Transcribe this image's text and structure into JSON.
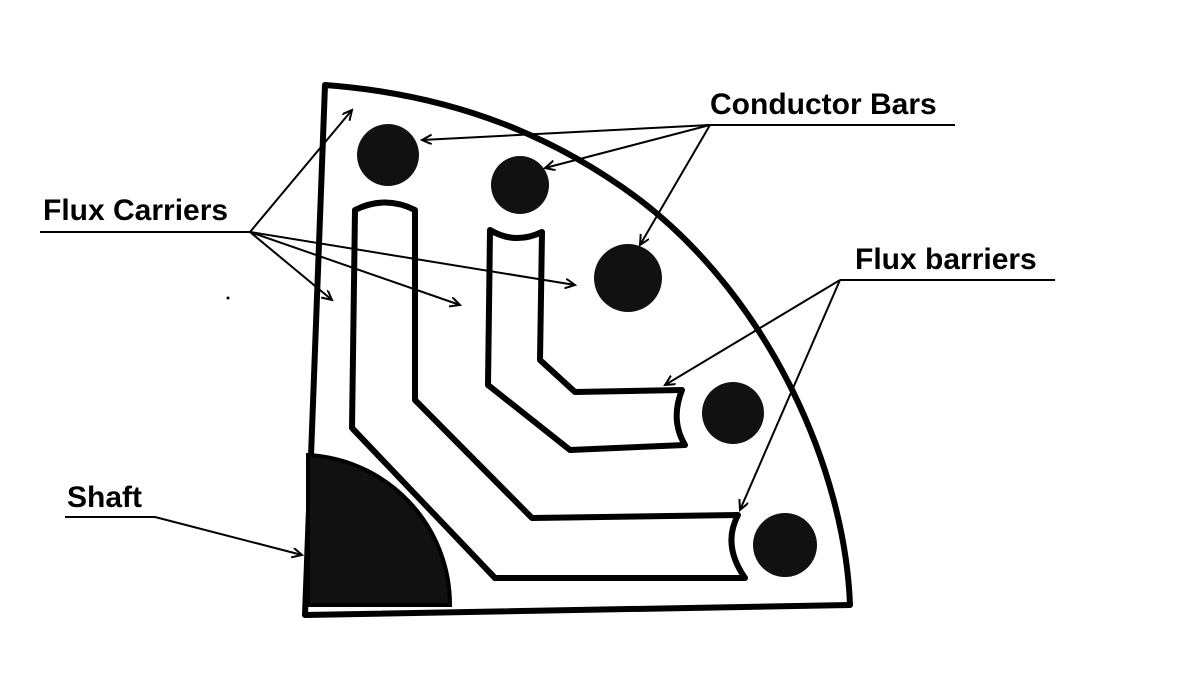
{
  "title": "Synchronous reluctance rotor sketch",
  "labels": {
    "conductor_bars": "Conductor Bars",
    "flux_carriers": "Flux Carriers",
    "flux_barriers": "Flux barriers",
    "shaft": "Shaft"
  },
  "colors": {
    "ink": "#000000",
    "background": "#ffffff",
    "shaft_fill": "#111111"
  }
}
